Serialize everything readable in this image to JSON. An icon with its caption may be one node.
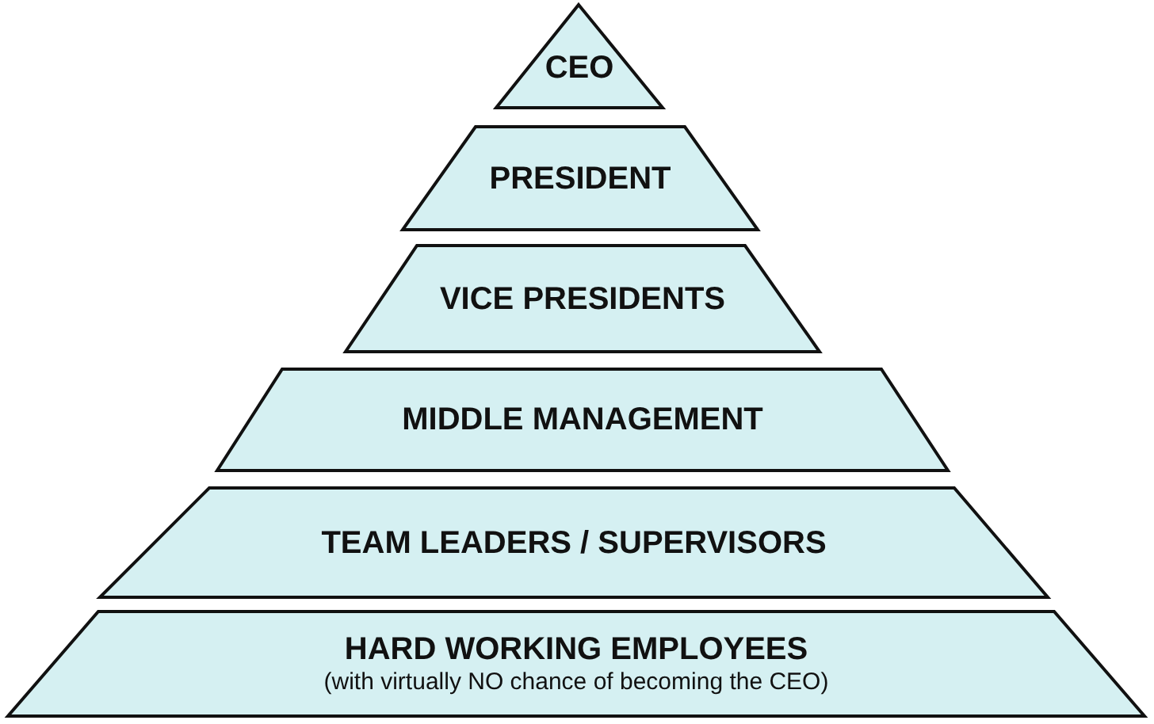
{
  "diagram": {
    "nodes": [
      {
        "text": [
          "CEO"
        ]
      },
      {
        "text": [
          "PRESIDENT"
        ]
      },
      {
        "text": [
          "VICE PRESIDENTS"
        ]
      },
      {
        "text": [
          "MIDDLE MANAGEMENT"
        ]
      },
      {
        "text": [
          "TEAM LEADERS / SUPERVISORS"
        ]
      },
      {
        "text": [
          "HARD WORKING EMPLOYEES",
          "(with virtually NO chance of becoming the CEO)"
        ]
      }
    ]
  }
}
